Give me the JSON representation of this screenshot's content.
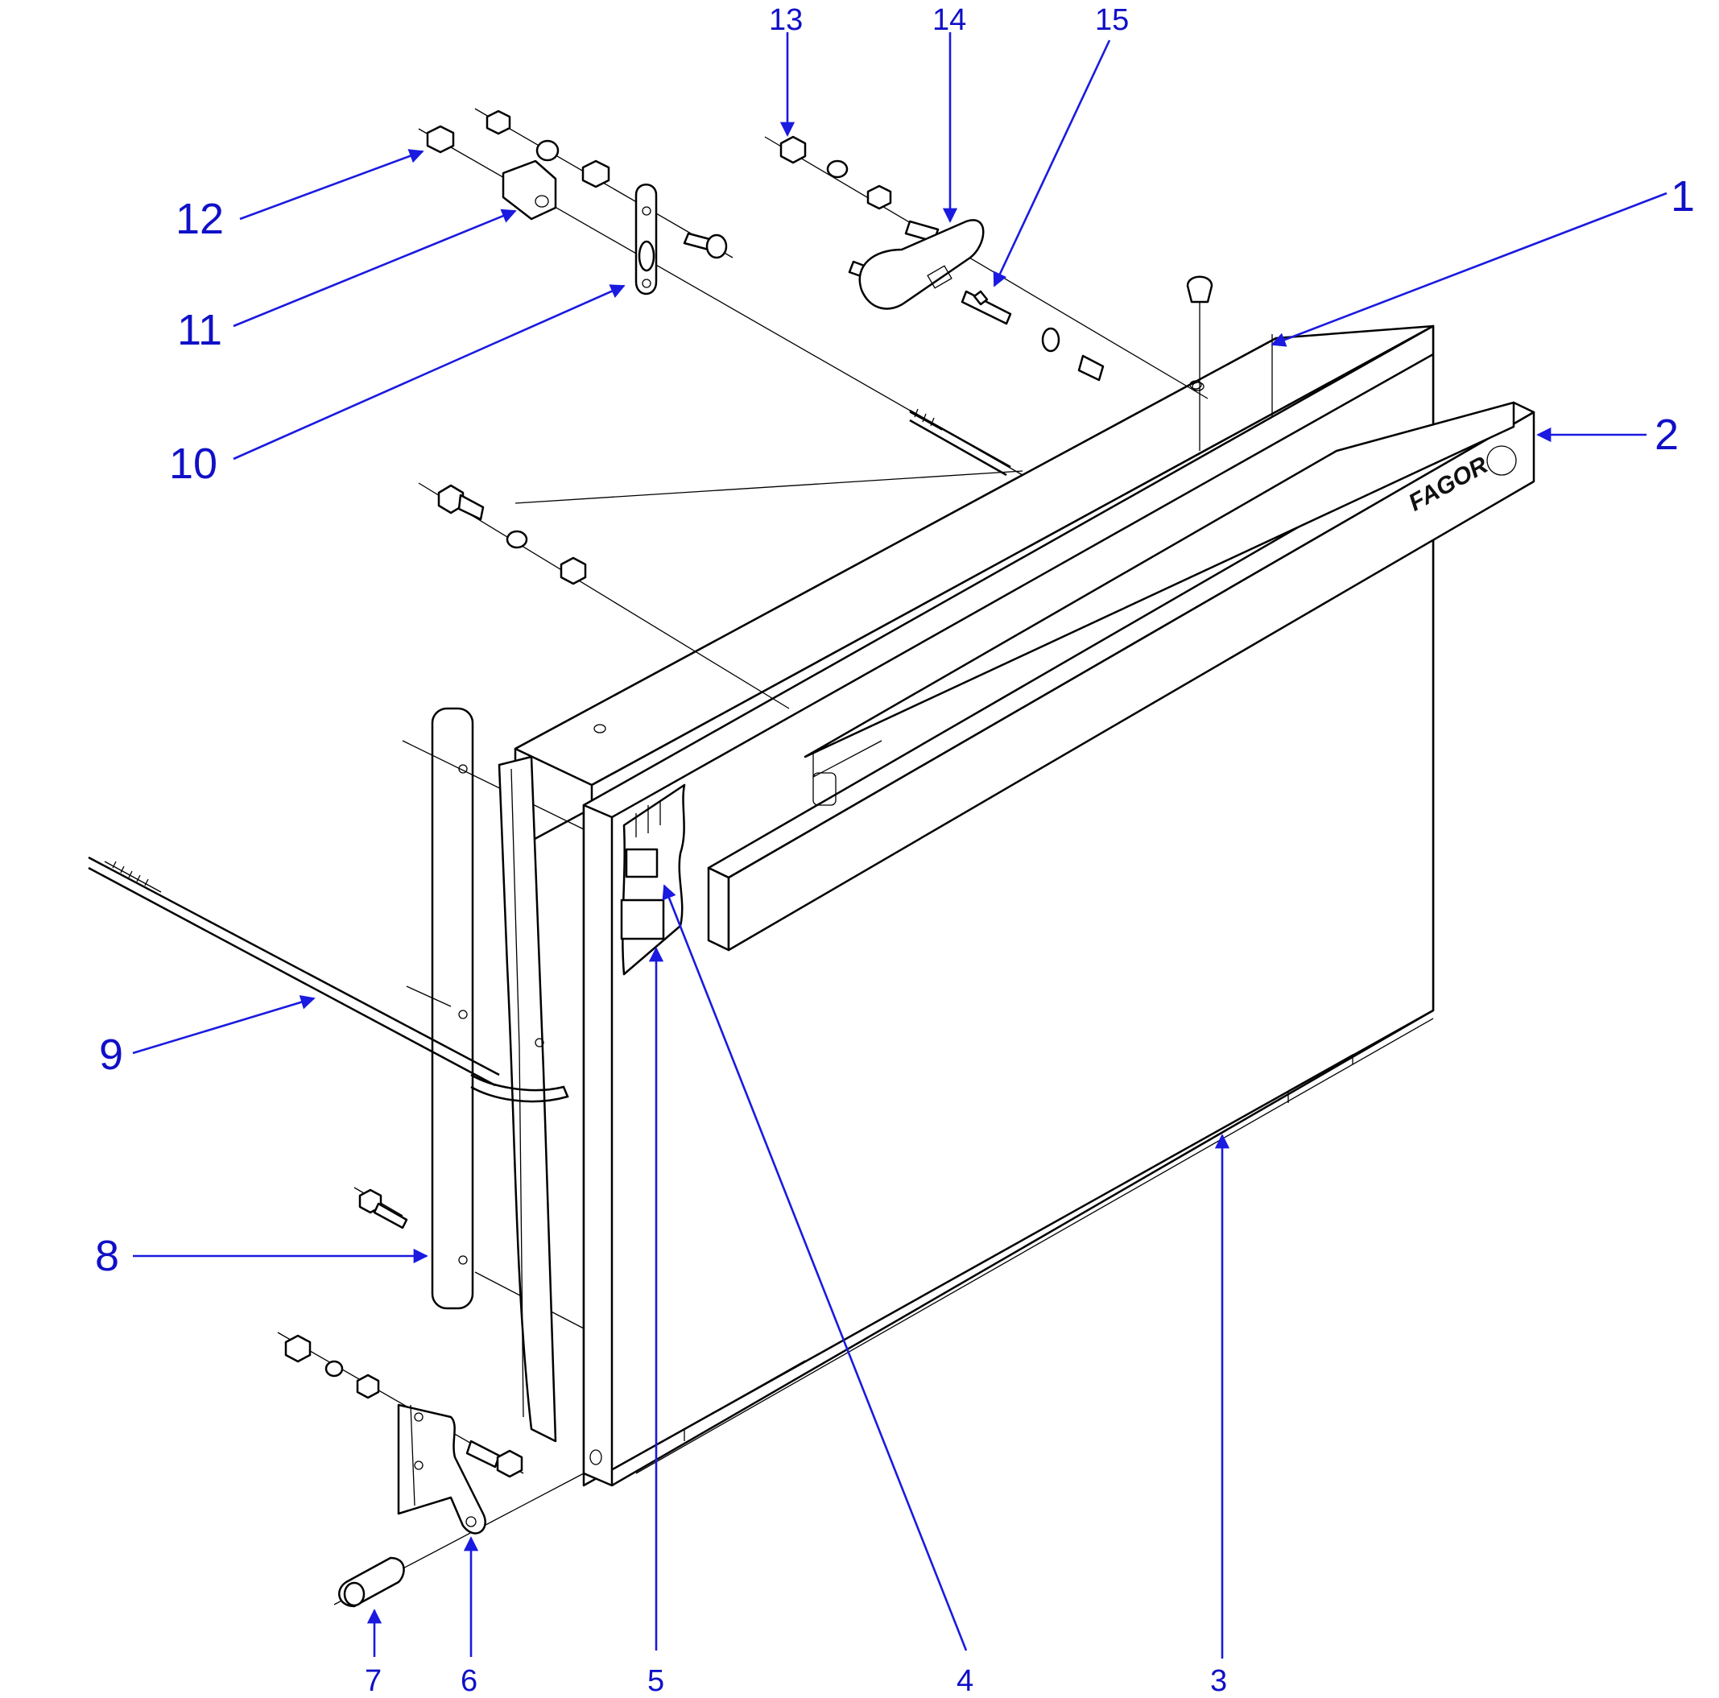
{
  "brand_text": "FAGOR",
  "callouts": {
    "c1": "1",
    "c2": "2",
    "c3": "3",
    "c4": "4",
    "c5": "5",
    "c6": "6",
    "c7": "7",
    "c8": "8",
    "c9": "9",
    "c10": "10",
    "c11": "11",
    "c12": "12",
    "c13": "13",
    "c14": "14",
    "c15": "15"
  },
  "colors": {
    "callout": "#1a1ae0",
    "line": "#000000",
    "background": "#ffffff"
  }
}
